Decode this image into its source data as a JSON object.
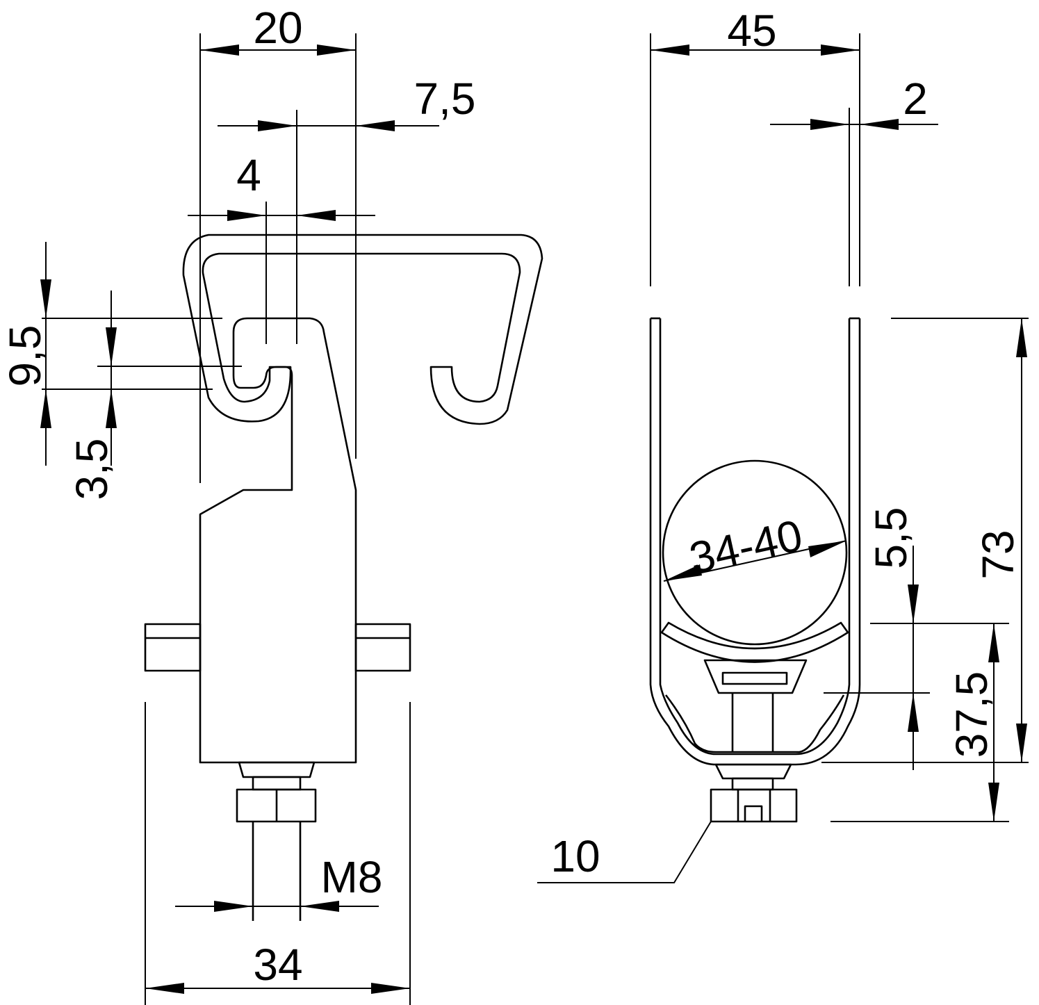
{
  "colors": {
    "line": "#000000",
    "background": "#ffffff"
  },
  "dimensions": {
    "side_width_top": "20",
    "side_offset": "7,5",
    "side_hook_gap": "4",
    "side_height_upper": "9,5",
    "side_height_lower": "3,5",
    "thread_size": "M8",
    "side_base_width": "34",
    "front_width": "45",
    "front_wall_thickness": "2",
    "front_pipe_range": "34-40",
    "front_small_height": "5,5",
    "front_total_height": "73",
    "front_lower_height": "37,5",
    "front_nut_size": "10"
  }
}
